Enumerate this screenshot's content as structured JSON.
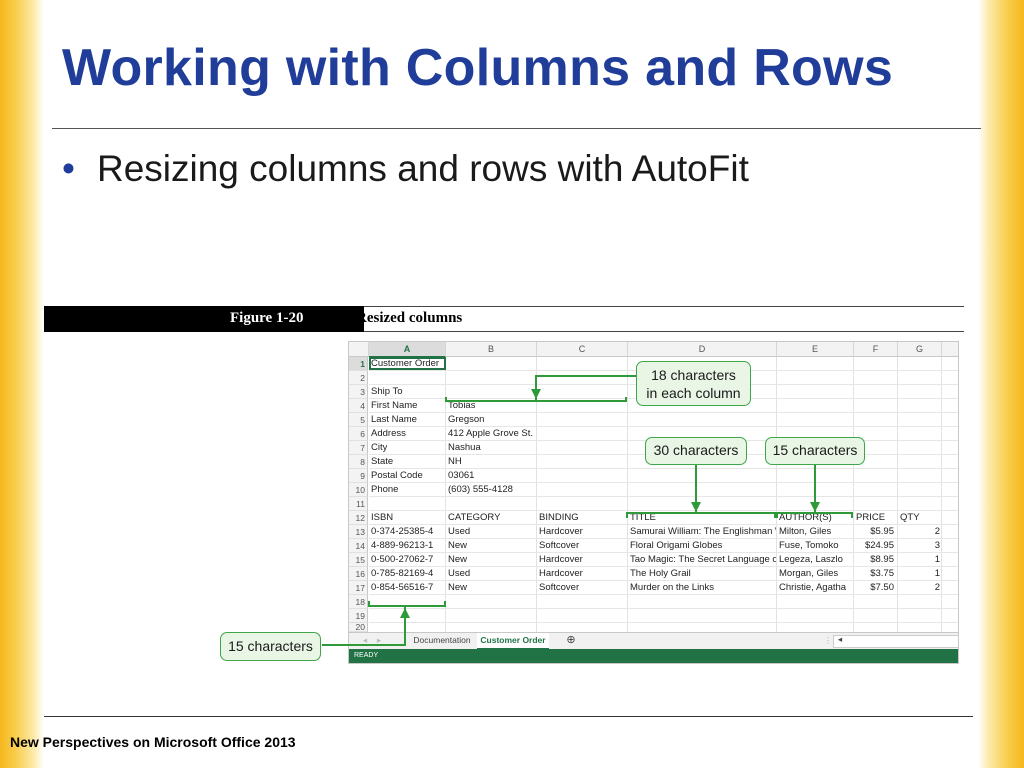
{
  "slide": {
    "title": "Working with Columns and Rows",
    "bullet": "Resizing columns and rows with AutoFit",
    "footer": "New Perspectives on Microsoft Office 2013"
  },
  "figure": {
    "number": "Figure 1-20",
    "caption": "Resized columns"
  },
  "spreadsheet": {
    "columns": [
      "A",
      "B",
      "C",
      "D",
      "E",
      "F",
      "G"
    ],
    "rows": [
      "1",
      "2",
      "3",
      "4",
      "5",
      "6",
      "7",
      "8",
      "9",
      "10",
      "11",
      "12",
      "13",
      "14",
      "15",
      "16",
      "17",
      "18",
      "19",
      "20"
    ],
    "cells": {
      "a1": "Customer Order",
      "a3": "Ship To",
      "a4": "First Name",
      "b4": "Tobias",
      "a5": "Last Name",
      "b5": "Gregson",
      "a6": "Address",
      "b6": "412 Apple Grove St.",
      "a7": "City",
      "b7": "Nashua",
      "a8": "State",
      "b8": "NH",
      "a9": "Postal Code",
      "b9": "03061",
      "a10": "Phone",
      "b10": "(603) 555-4128"
    },
    "table_headers": [
      "ISBN",
      "CATEGORY",
      "BINDING",
      "TITLE",
      "AUTHOR(S)",
      "PRICE",
      "QTY"
    ],
    "table_rows": [
      [
        "0-374-25385-4",
        "Used",
        "Hardcover",
        "Samurai William: The Englishman W",
        "Milton, Giles",
        "$5.95",
        "2"
      ],
      [
        "4-889-96213-1",
        "New",
        "Softcover",
        "Floral Origami Globes",
        "Fuse, Tomoko",
        "$24.95",
        "3"
      ],
      [
        "0-500-27062-7",
        "New",
        "Hardcover",
        "Tao Magic: The Secret Language of",
        "Legeza, Laszlo",
        "$8.95",
        "1"
      ],
      [
        "0-785-82169-4",
        "Used",
        "Hardcover",
        "The Holy Grail",
        "Morgan, Giles",
        "$3.75",
        "1"
      ],
      [
        "0-854-56516-7",
        "New",
        "Softcover",
        "Murder on the Links",
        "Christie, Agatha",
        "$7.50",
        "2"
      ]
    ],
    "tabs": [
      "Documentation",
      "Customer Order"
    ],
    "active_tab": "Customer Order",
    "status": "READY"
  },
  "callouts": {
    "eighteen": "18 characters\nin each column",
    "thirty": "30 characters",
    "fifteen_top": "15 characters",
    "fifteen_bottom": "15 characters"
  },
  "colors": {
    "title": "#1f3d99",
    "excel_green": "#217346",
    "callout_border": "#3fa64a",
    "callout_fill": "#e9f6e6",
    "side_bar": "#f6b81c"
  }
}
